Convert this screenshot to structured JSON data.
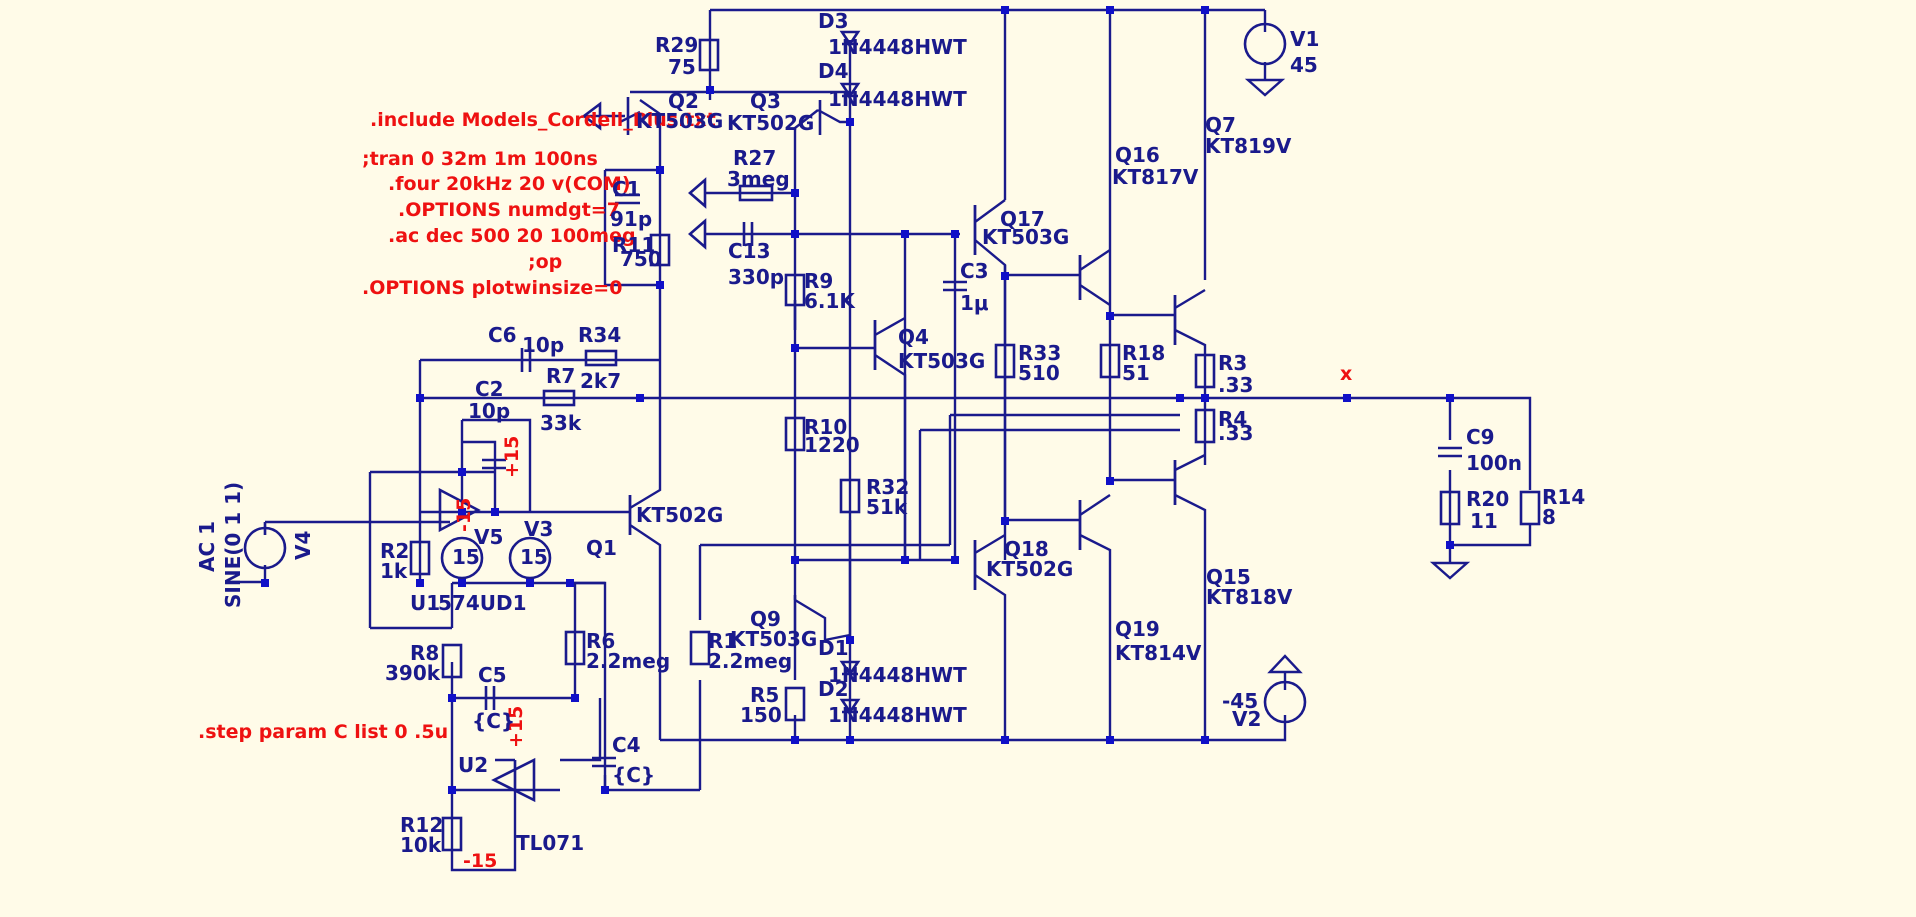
{
  "colors": {
    "background": "#fffbe8",
    "wire": "#1a1a8c",
    "junction": "#1010c8",
    "directive": "#ee1111"
  },
  "directives": {
    "include": ".include Models_Cordell_Plus.txt",
    "tran": ";tran 0 32m 1m 100ns",
    "four": ".four 20kHz 20 v(COM)",
    "numdgt": ".OPTIONS numdgt=7",
    "ac": ".ac dec 500 20 100meg",
    "op": ";op",
    "plotwin": ".OPTIONS plotwinsize=0",
    "step": ".step param C list 0 .5u"
  },
  "supply_labels": {
    "p15_a": "+15",
    "m15_a": "-15",
    "p15_b": "+15",
    "m15_b": "-15"
  },
  "net_label": "x",
  "parts": {
    "R29": {
      "name": "R29",
      "value": "75"
    },
    "D3": {
      "name": "D3",
      "value": "1N4448HWT"
    },
    "D4": {
      "name": "D4",
      "value": "1N4448HWT"
    },
    "V1": {
      "name": "V1",
      "value": "45"
    },
    "Q2": {
      "name": "Q2",
      "value": "KT503G"
    },
    "Q3": {
      "name": "Q3",
      "value": "KT502G"
    },
    "Q7": {
      "name": "Q7",
      "value": "KT819V"
    },
    "R27": {
      "name": "R27",
      "value": "3meg"
    },
    "C1": {
      "name": "C1",
      "value": "91p"
    },
    "R11": {
      "name": "R11",
      "value": "750"
    },
    "Q16": {
      "name": "Q16",
      "value": "KT817V"
    },
    "Q17": {
      "name": "Q17",
      "value": "KT503G"
    },
    "C13": {
      "name": "C13",
      "value": "330p"
    },
    "R9": {
      "name": "R9",
      "value": "6.1K"
    },
    "C3": {
      "name": "C3",
      "value": "1μ"
    },
    "C6": {
      "name": "C6",
      "value": "10p"
    },
    "R34": {
      "name": "R34",
      "value": "2k7"
    },
    "Q4": {
      "name": "Q4",
      "value": "KT503G"
    },
    "R33": {
      "name": "R33",
      "value": "510"
    },
    "R18": {
      "name": "R18",
      "value": "51"
    },
    "R3": {
      "name": "R3",
      "value": ".33"
    },
    "C2": {
      "name": "C2",
      "value": "10p"
    },
    "R7": {
      "name": "R7",
      "value": "33k"
    },
    "R4": {
      "name": "R4",
      "value": ".33"
    },
    "R10": {
      "name": "R10",
      "value": "1220"
    },
    "C9": {
      "name": "C9",
      "value": "100n"
    },
    "R32": {
      "name": "R32",
      "value": "51k"
    },
    "R20": {
      "name": "R20",
      "value": "11"
    },
    "R14": {
      "name": "R14",
      "value": "8"
    },
    "V4": {
      "name": "V4",
      "value": "SINE(0 1 1)",
      "ac": "AC 1"
    },
    "Q1": {
      "name": "Q1",
      "value": "KT502G"
    },
    "R2": {
      "name": "R2",
      "value": "1k"
    },
    "V5": {
      "name": "V5",
      "value": "15"
    },
    "V3": {
      "name": "V3",
      "value": "15"
    },
    "Q18": {
      "name": "Q18",
      "value": "KT502G"
    },
    "U1": {
      "name": "U1",
      "value": "574UD1"
    },
    "Q15": {
      "name": "Q15",
      "value": "KT818V"
    },
    "R8": {
      "name": "R8",
      "value": "390k"
    },
    "R6": {
      "name": "R6",
      "value": "2.2meg"
    },
    "R1": {
      "name": "R1",
      "value": "2.2meg"
    },
    "Q9": {
      "name": "Q9",
      "value": "KT503G"
    },
    "D1": {
      "name": "D1",
      "value": "1N4448HWT"
    },
    "Q19": {
      "name": "Q19",
      "value": "KT814V"
    },
    "C5": {
      "name": "C5",
      "value": "{C}"
    },
    "R5": {
      "name": "R5",
      "value": "150"
    },
    "D2": {
      "name": "D2",
      "value": "1N4448HWT"
    },
    "V2": {
      "name": "V2",
      "value": "-45"
    },
    "C4": {
      "name": "C4",
      "value": "{C}"
    },
    "U2": {
      "name": "U2",
      "value": "TL071"
    },
    "R12": {
      "name": "R12",
      "value": "10k"
    }
  }
}
